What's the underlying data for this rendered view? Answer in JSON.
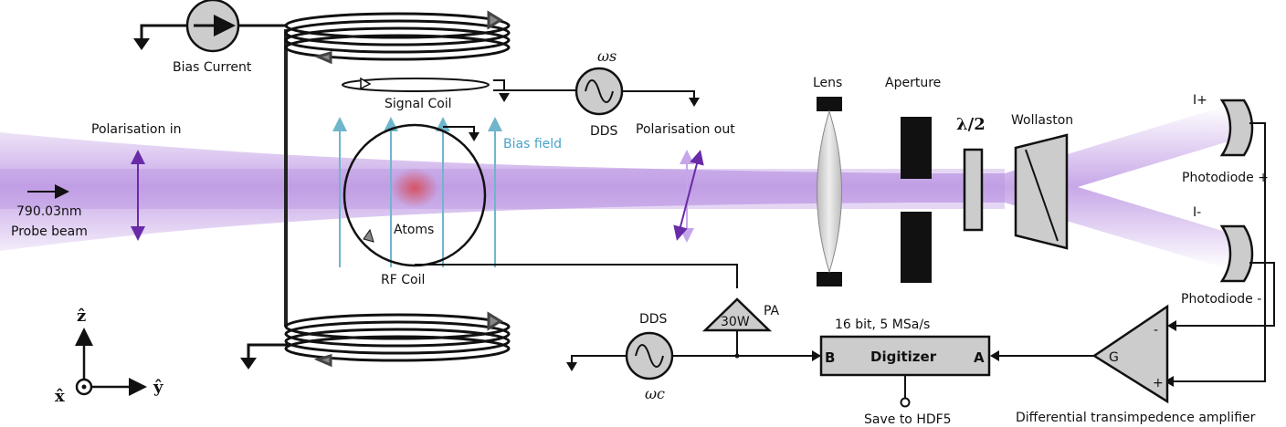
{
  "labels": {
    "bias_current": "Bias Current",
    "signal_coil": "Signal Coil",
    "omega_s": "ωs",
    "dds_top": "DDS",
    "polarisation_in": "Polarisation in",
    "polarisation_out": "Polarisation out",
    "bias_field": "Bias field",
    "probe_wavelength": "790.03nm",
    "probe_beam": "Probe beam",
    "atoms": "Atoms",
    "rf_coil": "RF Coil",
    "lens": "Lens",
    "aperture": "Aperture",
    "half_wave": "λ/2",
    "wollaston": "Wollaston",
    "i_plus": "I+",
    "i_minus": "I-",
    "photodiode_plus": "Photodiode +",
    "photodiode_minus": "Photodiode -",
    "amp_30w": "30W",
    "pa": "PA",
    "dds_bottom": "DDS",
    "omega_c": "ωc",
    "digitizer_spec": "16 bit, 5 MSa/s",
    "digitizer": "Digitizer",
    "port_b": "B",
    "port_a": "A",
    "save_hdf5": "Save to HDF5",
    "gain": "G",
    "minus_sign": "-",
    "plus_sign": "+",
    "diff_amp": "Differential transimpedence amplifier",
    "axis_z": "ẑ",
    "axis_x": "x̂",
    "axis_y": "ŷ"
  },
  "colors": {
    "beam": "#b58be0",
    "polarisation_arrow": "#6a2ba8",
    "bias_field": "#6fb6cc",
    "atoms": "#d9474f",
    "component_fill": "#cccccc"
  }
}
